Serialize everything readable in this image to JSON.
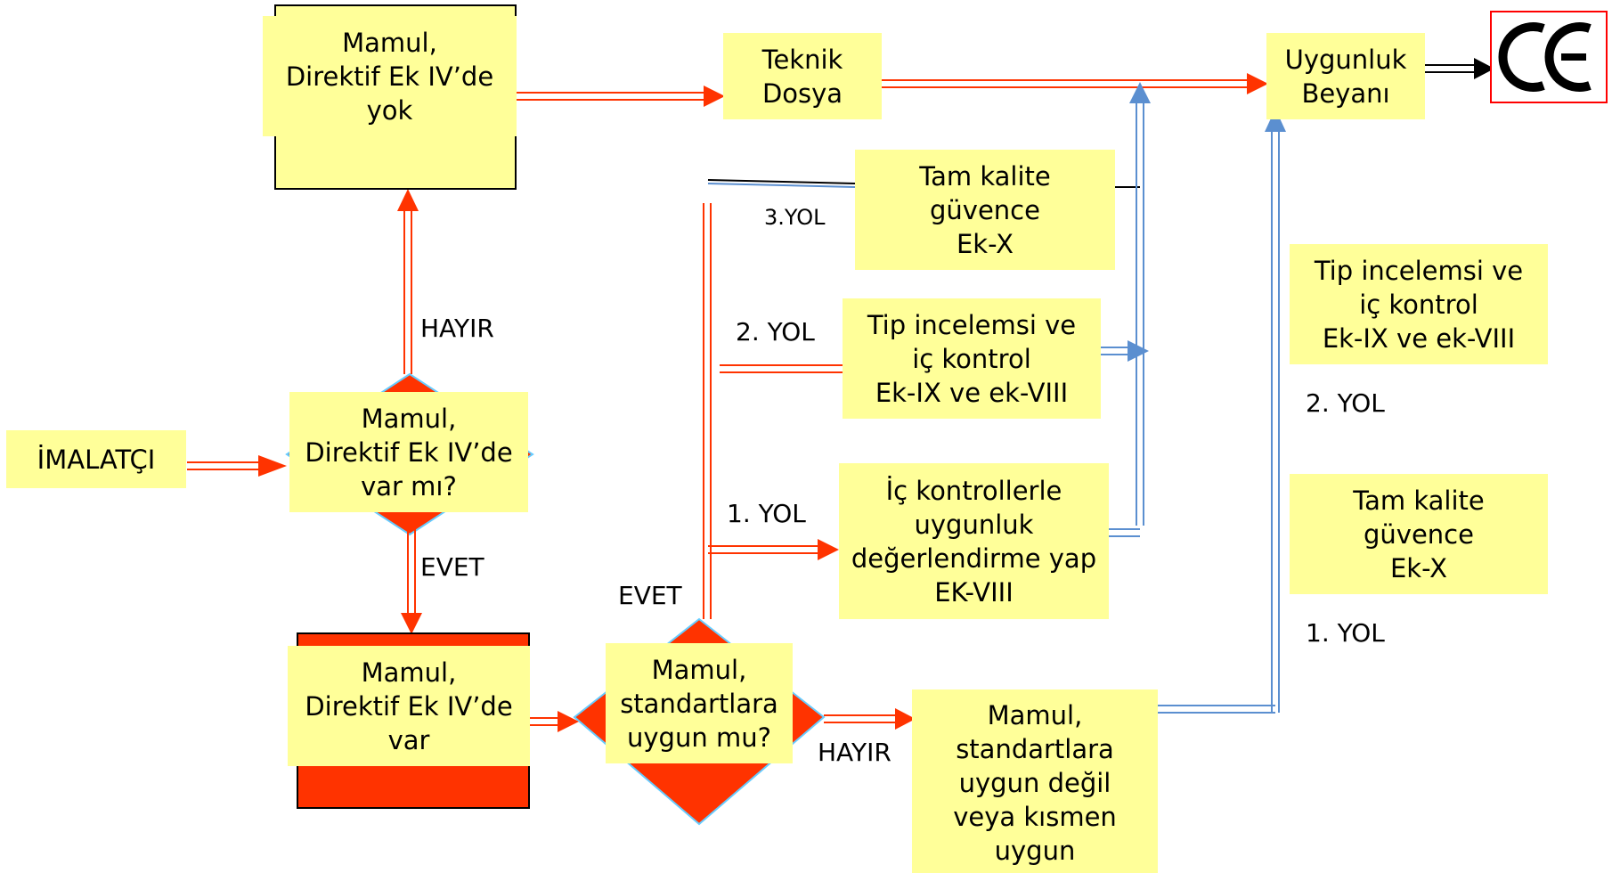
{
  "nodes": {
    "imalatci": "İMALATÇI",
    "decision_ek4": "Mamul,\nDirektif Ek IV’de\nvar mı?",
    "ek4_yok": "Mamul,\nDirektif Ek IV’de\nyok",
    "ek4_var": "Mamul,\nDirektif Ek IV’de\nvar",
    "teknik_dosya": "Teknik\nDosya",
    "uygunluk_beyani": "Uygunluk\nBeyanı",
    "tam_kalite_center": "Tam kalite\ngüvence\nEk-X",
    "tip_inceleme_center": "Tip incelemsi ve\niç kontrol\nEk-IX  ve ek-VIII",
    "ic_kontrol": "İç kontrollerle\nuygunluk\ndeğerlendirme yap\nEK-VIII",
    "decision_standart": "Mamul,\nstandartlara\nuygun mu?",
    "uygun_degil": "Mamul,\nstandartlara\nuygun değil\nveya kısmen\nuygun",
    "tip_inceleme_right": "Tip incelemsi ve\niç kontrol\nEk-IX  ve ek-VIII",
    "tam_kalite_right": "Tam kalite\ngüvence\nEk-X"
  },
  "labels": {
    "hayir_top": "HAYIR",
    "evet_left": "EVET",
    "evet_center": "EVET",
    "hayir_bottom": "HAYIR",
    "yol3": "3.YOL",
    "yol2_center": "2. YOL",
    "yol1_center": "1. YOL",
    "yol2_right": "2. YOL",
    "yol1_right": "1. YOL"
  },
  "logo": {
    "text": "CE",
    "border_color": "#ff0000"
  },
  "colors": {
    "box_fill": "#ffff99",
    "red_arrow": "#ff3300",
    "blue_arrow": "#5b8fd0",
    "diamond_fill": "#ff3300",
    "diamond_stroke": "#66ccff"
  }
}
